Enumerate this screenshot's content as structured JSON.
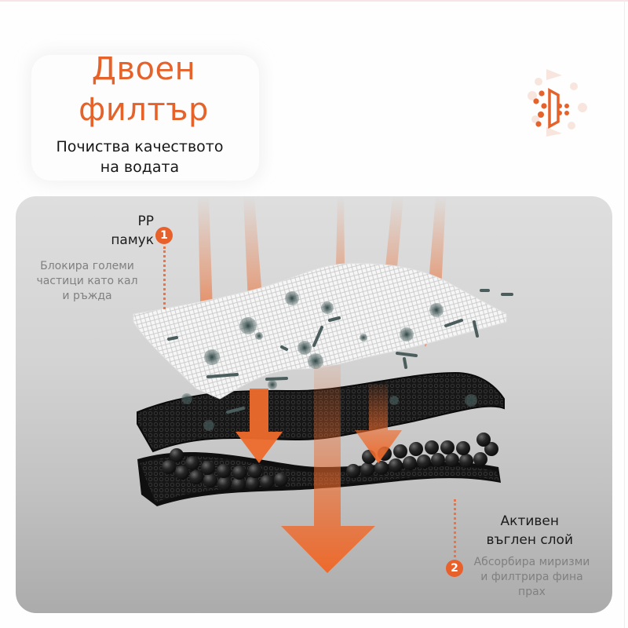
{
  "header": {
    "title_line1": "Двоен",
    "title_line2": "филтър",
    "subtitle_line1": "Почиства качеството",
    "subtitle_line2": "на водата",
    "brand_icon": "filter-dots-icon"
  },
  "layers": [
    {
      "number": "1",
      "title_line1": "PP",
      "title_line2": "памук",
      "desc_line1": "Блокира големи",
      "desc_line2": "частици като кал",
      "desc_line3": "и ръжда"
    },
    {
      "number": "2",
      "title_line1": "Активен",
      "title_line2": "въглен слой",
      "desc_line1": "Абсорбира миризми",
      "desc_line2": "и филтрира фина",
      "desc_line3": "прах"
    }
  ],
  "colors": {
    "accent": "#e5622b",
    "arrow": "#ee6a2c",
    "panel_top": "#dedede",
    "panel_bottom": "#ababab",
    "carbon": "#1a1a1a",
    "cotton": "#f4f4f4"
  }
}
